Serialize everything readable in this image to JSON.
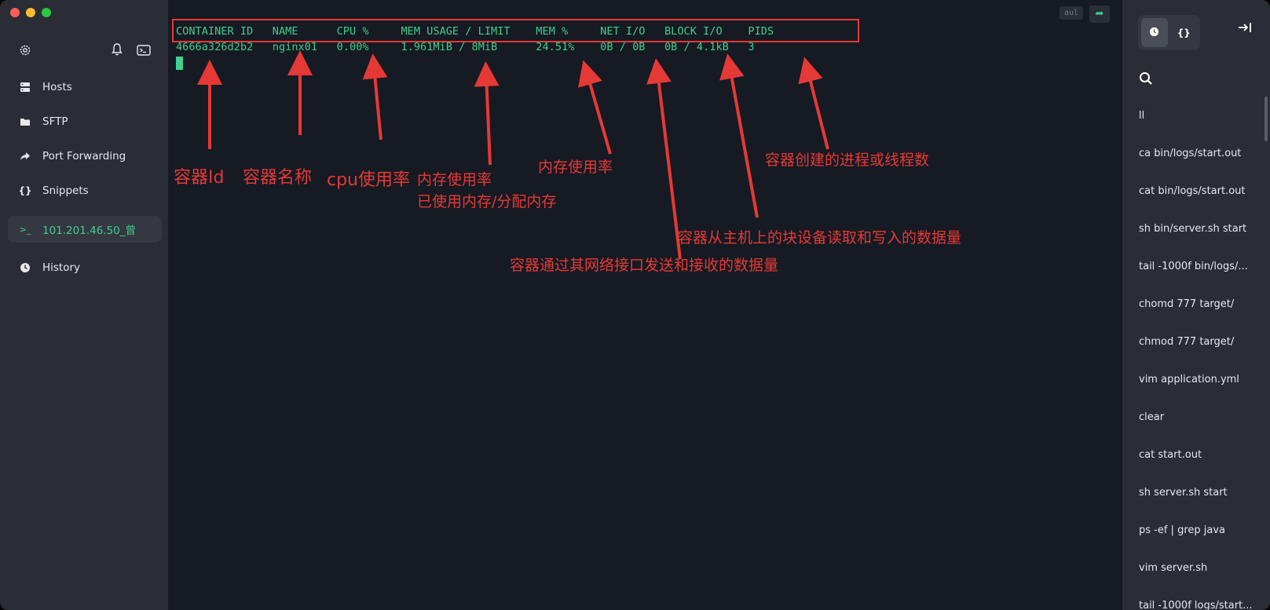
{
  "sidebar": {
    "items": [
      {
        "label": "Hosts",
        "icon": "hosts-icon"
      },
      {
        "label": "SFTP",
        "icon": "folder-icon"
      },
      {
        "label": "Port Forwarding",
        "icon": "forward-icon"
      },
      {
        "label": "Snippets",
        "icon": "braces-icon"
      }
    ],
    "session": {
      "label": "101.201.46.50_曾",
      "prompt": ">_"
    },
    "history": {
      "label": "History"
    }
  },
  "terminal": {
    "badge": "aul",
    "header": "CONTAINER ID   NAME      CPU %     MEM USAGE / LIMIT    MEM %     NET I/O   BLOCK I/O    PIDS",
    "row": "4666a326d2b2   nginx01   0.00%     1.961MiB / 8MiB      24.51%    0B / 0B   0B / 4.1kB   3"
  },
  "annotations": {
    "container_id": "容器Id",
    "name": "容器名称",
    "cpu": "cpu使用率",
    "mem_usage_1": "内存使用率",
    "mem_usage_2": "已使用内存/分配内存",
    "mem_pct": "内存使用率",
    "pids": "容器创建的进程或线程数",
    "block_io": "容器从主机上的块设备读取和写入的数据量",
    "net_io": "容器通过其网络接口发送和接收的数据量"
  },
  "colors": {
    "accent": "#3fcf8e",
    "annotation": "#e53935",
    "sidebar_bg": "#2a2d35",
    "terminal_bg": "#161a23"
  },
  "history_panel": {
    "tab_history_icon": "clock-icon",
    "tab_snippets_icon": "braces-icon",
    "items": [
      "ll",
      "ca bin/logs/start.out",
      "cat bin/logs/start.out",
      "sh bin/server.sh start",
      "tail -1000f bin/logs/...",
      "chomd 777 target/",
      "chmod 777 target/",
      "vim application.yml",
      "clear",
      "cat start.out",
      "sh server.sh start",
      "ps -ef | grep java",
      "vim server.sh",
      "tail -1000f logs/start..."
    ]
  }
}
